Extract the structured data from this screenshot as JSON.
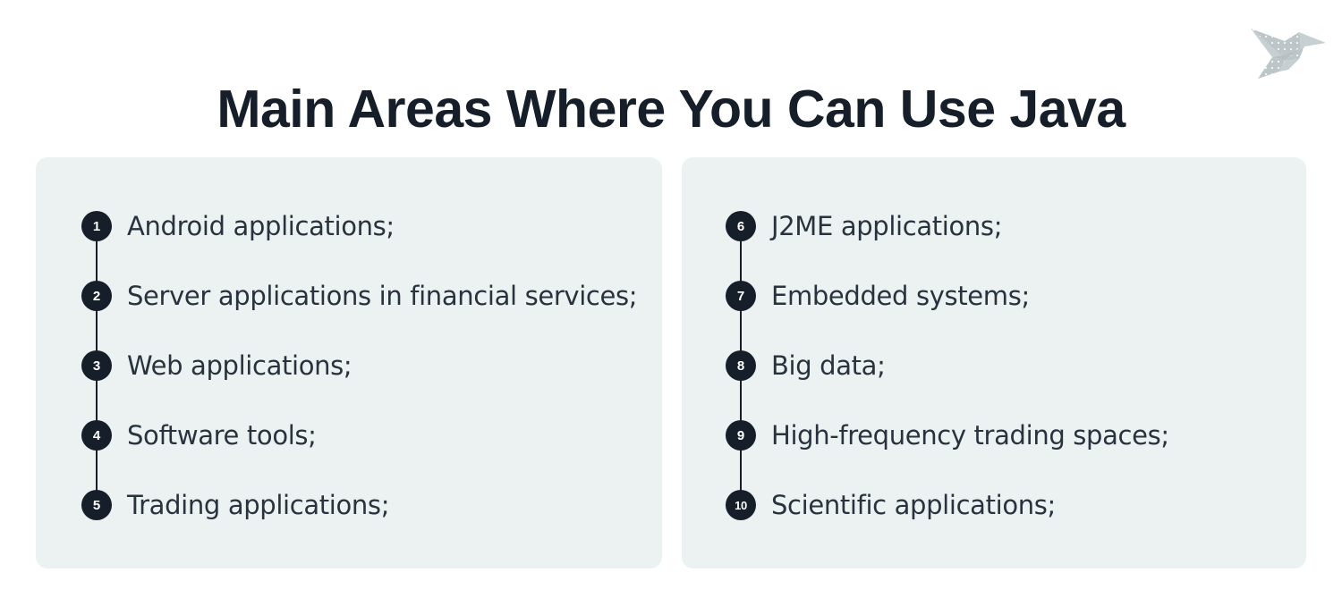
{
  "page": {
    "title": "Main Areas Where You Can Use Java",
    "background_color": "#ffffff",
    "card_background_color": "#ecf1f2",
    "badge_color": "#161f29",
    "badge_text_color": "#ffffff",
    "text_color": "#28333d",
    "title_color": "#161f29",
    "logo_color": "#bcc6c8"
  },
  "logo": {
    "name": "origami-bird-logo",
    "alt": "origami paper bird"
  },
  "columns": [
    {
      "name": "left-column",
      "items": [
        {
          "number": "1",
          "label": "Android applications;"
        },
        {
          "number": "2",
          "label": "Server applications in financial services;"
        },
        {
          "number": "3",
          "label": "Web applications;"
        },
        {
          "number": "4",
          "label": "Software tools;"
        },
        {
          "number": "5",
          "label": "Trading applications;"
        }
      ]
    },
    {
      "name": "right-column",
      "items": [
        {
          "number": "6",
          "label": "J2ME applications;"
        },
        {
          "number": "7",
          "label": "Embedded systems;"
        },
        {
          "number": "8",
          "label": "Big data;"
        },
        {
          "number": "9",
          "label": "High-frequency trading spaces;"
        },
        {
          "number": "10",
          "label": "Scientific applications;"
        }
      ]
    }
  ],
  "layout": {
    "row_positions": [
      60,
      138,
      216,
      294,
      372
    ]
  }
}
